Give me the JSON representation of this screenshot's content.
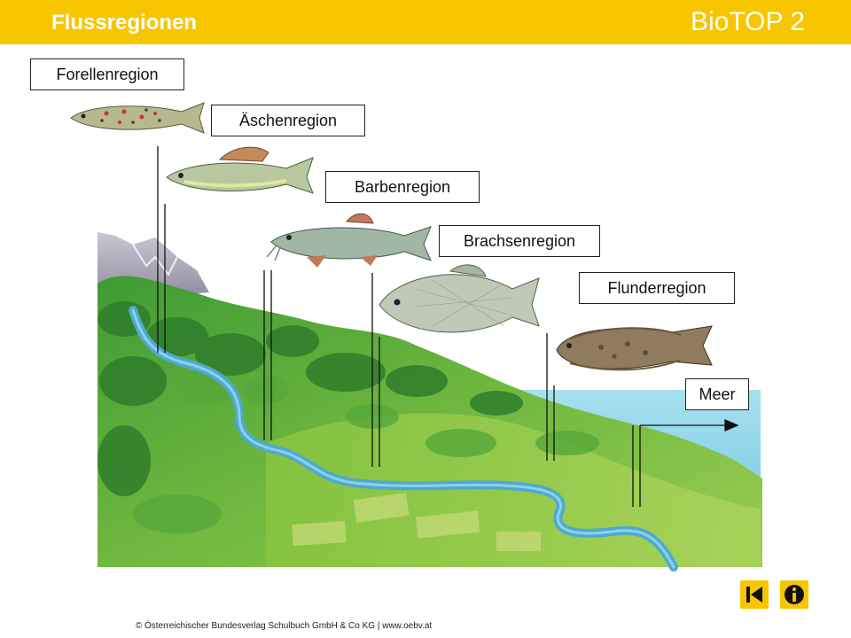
{
  "header": {
    "title": "Flussregionen",
    "brand": "BioTOP 2"
  },
  "regions": [
    {
      "label": "Forellenregion",
      "fish": "brown-trout"
    },
    {
      "label": "Äschenregion",
      "fish": "grayling"
    },
    {
      "label": "Barbenregion",
      "fish": "barbel"
    },
    {
      "label": "Brachsenregion",
      "fish": "common-bream"
    },
    {
      "label": "Flunderregion",
      "fish": "flounder"
    }
  ],
  "sea": {
    "label": "Meer"
  },
  "footer": {
    "copyright": "© Österreichischer Bundesverlag Schulbuch GmbH & Co KG | www.oebv.at"
  },
  "nav": {
    "back_icon": "skip-back-icon",
    "info_icon": "info-icon"
  },
  "colors": {
    "accent": "#f7c600",
    "water": "#5cb8d6",
    "sea": "#8fd3e8",
    "meadow": "#8cc63f",
    "forest": "#2f7d2a"
  }
}
